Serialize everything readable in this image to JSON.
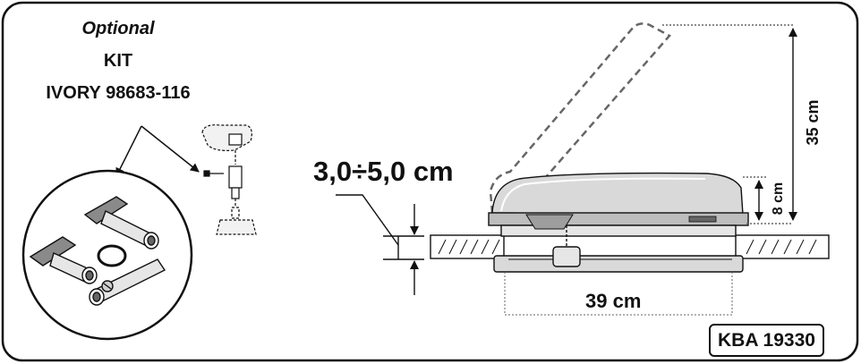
{
  "kit": {
    "optional_label": "Optional",
    "kit_label": "KIT",
    "product_label": "IVORY 98683-116"
  },
  "dimensions": {
    "roof_thickness": "3,0÷5,0 cm",
    "opening_height": "35 cm",
    "closed_height": "8 cm",
    "width": "39 cm"
  },
  "approval_code": "KBA 19330",
  "icons": [
    "kit-handle-icon",
    "skylight-icon",
    "roof-section-icon",
    "dimension-arrow-icon"
  ]
}
